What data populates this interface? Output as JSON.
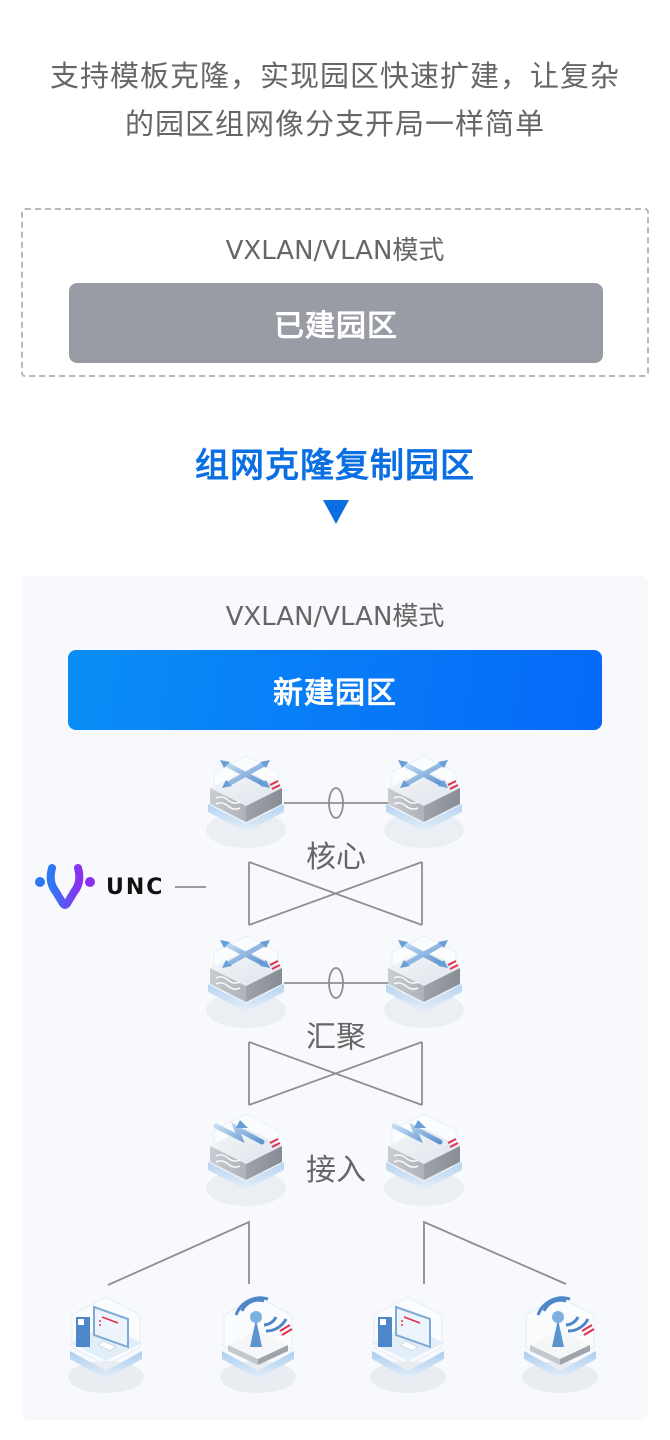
{
  "intro": {
    "line1": "支持模板克隆，实现园区快速扩建，让复杂",
    "line2": "的园区组网像分支开局一样简单"
  },
  "existing_campus": {
    "mode_label": "VXLAN/VLAN模式",
    "button_label": "已建园区",
    "button_color": "#9a9ca5"
  },
  "clone_step": {
    "title": "组网克隆复制园区",
    "arrow_icon": "triangle-down-icon",
    "color": "#0a6fe3"
  },
  "new_campus": {
    "mode_label": "VXLAN/VLAN模式",
    "button_label": "新建园区",
    "gradient": [
      "#0a8ef6",
      "#0569f8"
    ]
  },
  "controller": {
    "logo_icon": "unc-logo-icon",
    "name": "UNC"
  },
  "topology": {
    "tiers": [
      {
        "label": "核心",
        "devices": [
          "core-switch",
          "core-switch"
        ],
        "link": "stacked-lag"
      },
      {
        "label": "汇聚",
        "devices": [
          "aggregation-switch",
          "aggregation-switch"
        ],
        "link": "stacked-lag"
      },
      {
        "label": "接入",
        "devices": [
          "access-switch",
          "access-switch"
        ],
        "link": "none"
      }
    ],
    "endpoints": [
      "pc",
      "wireless-ap",
      "pc",
      "wireless-ap"
    ]
  }
}
